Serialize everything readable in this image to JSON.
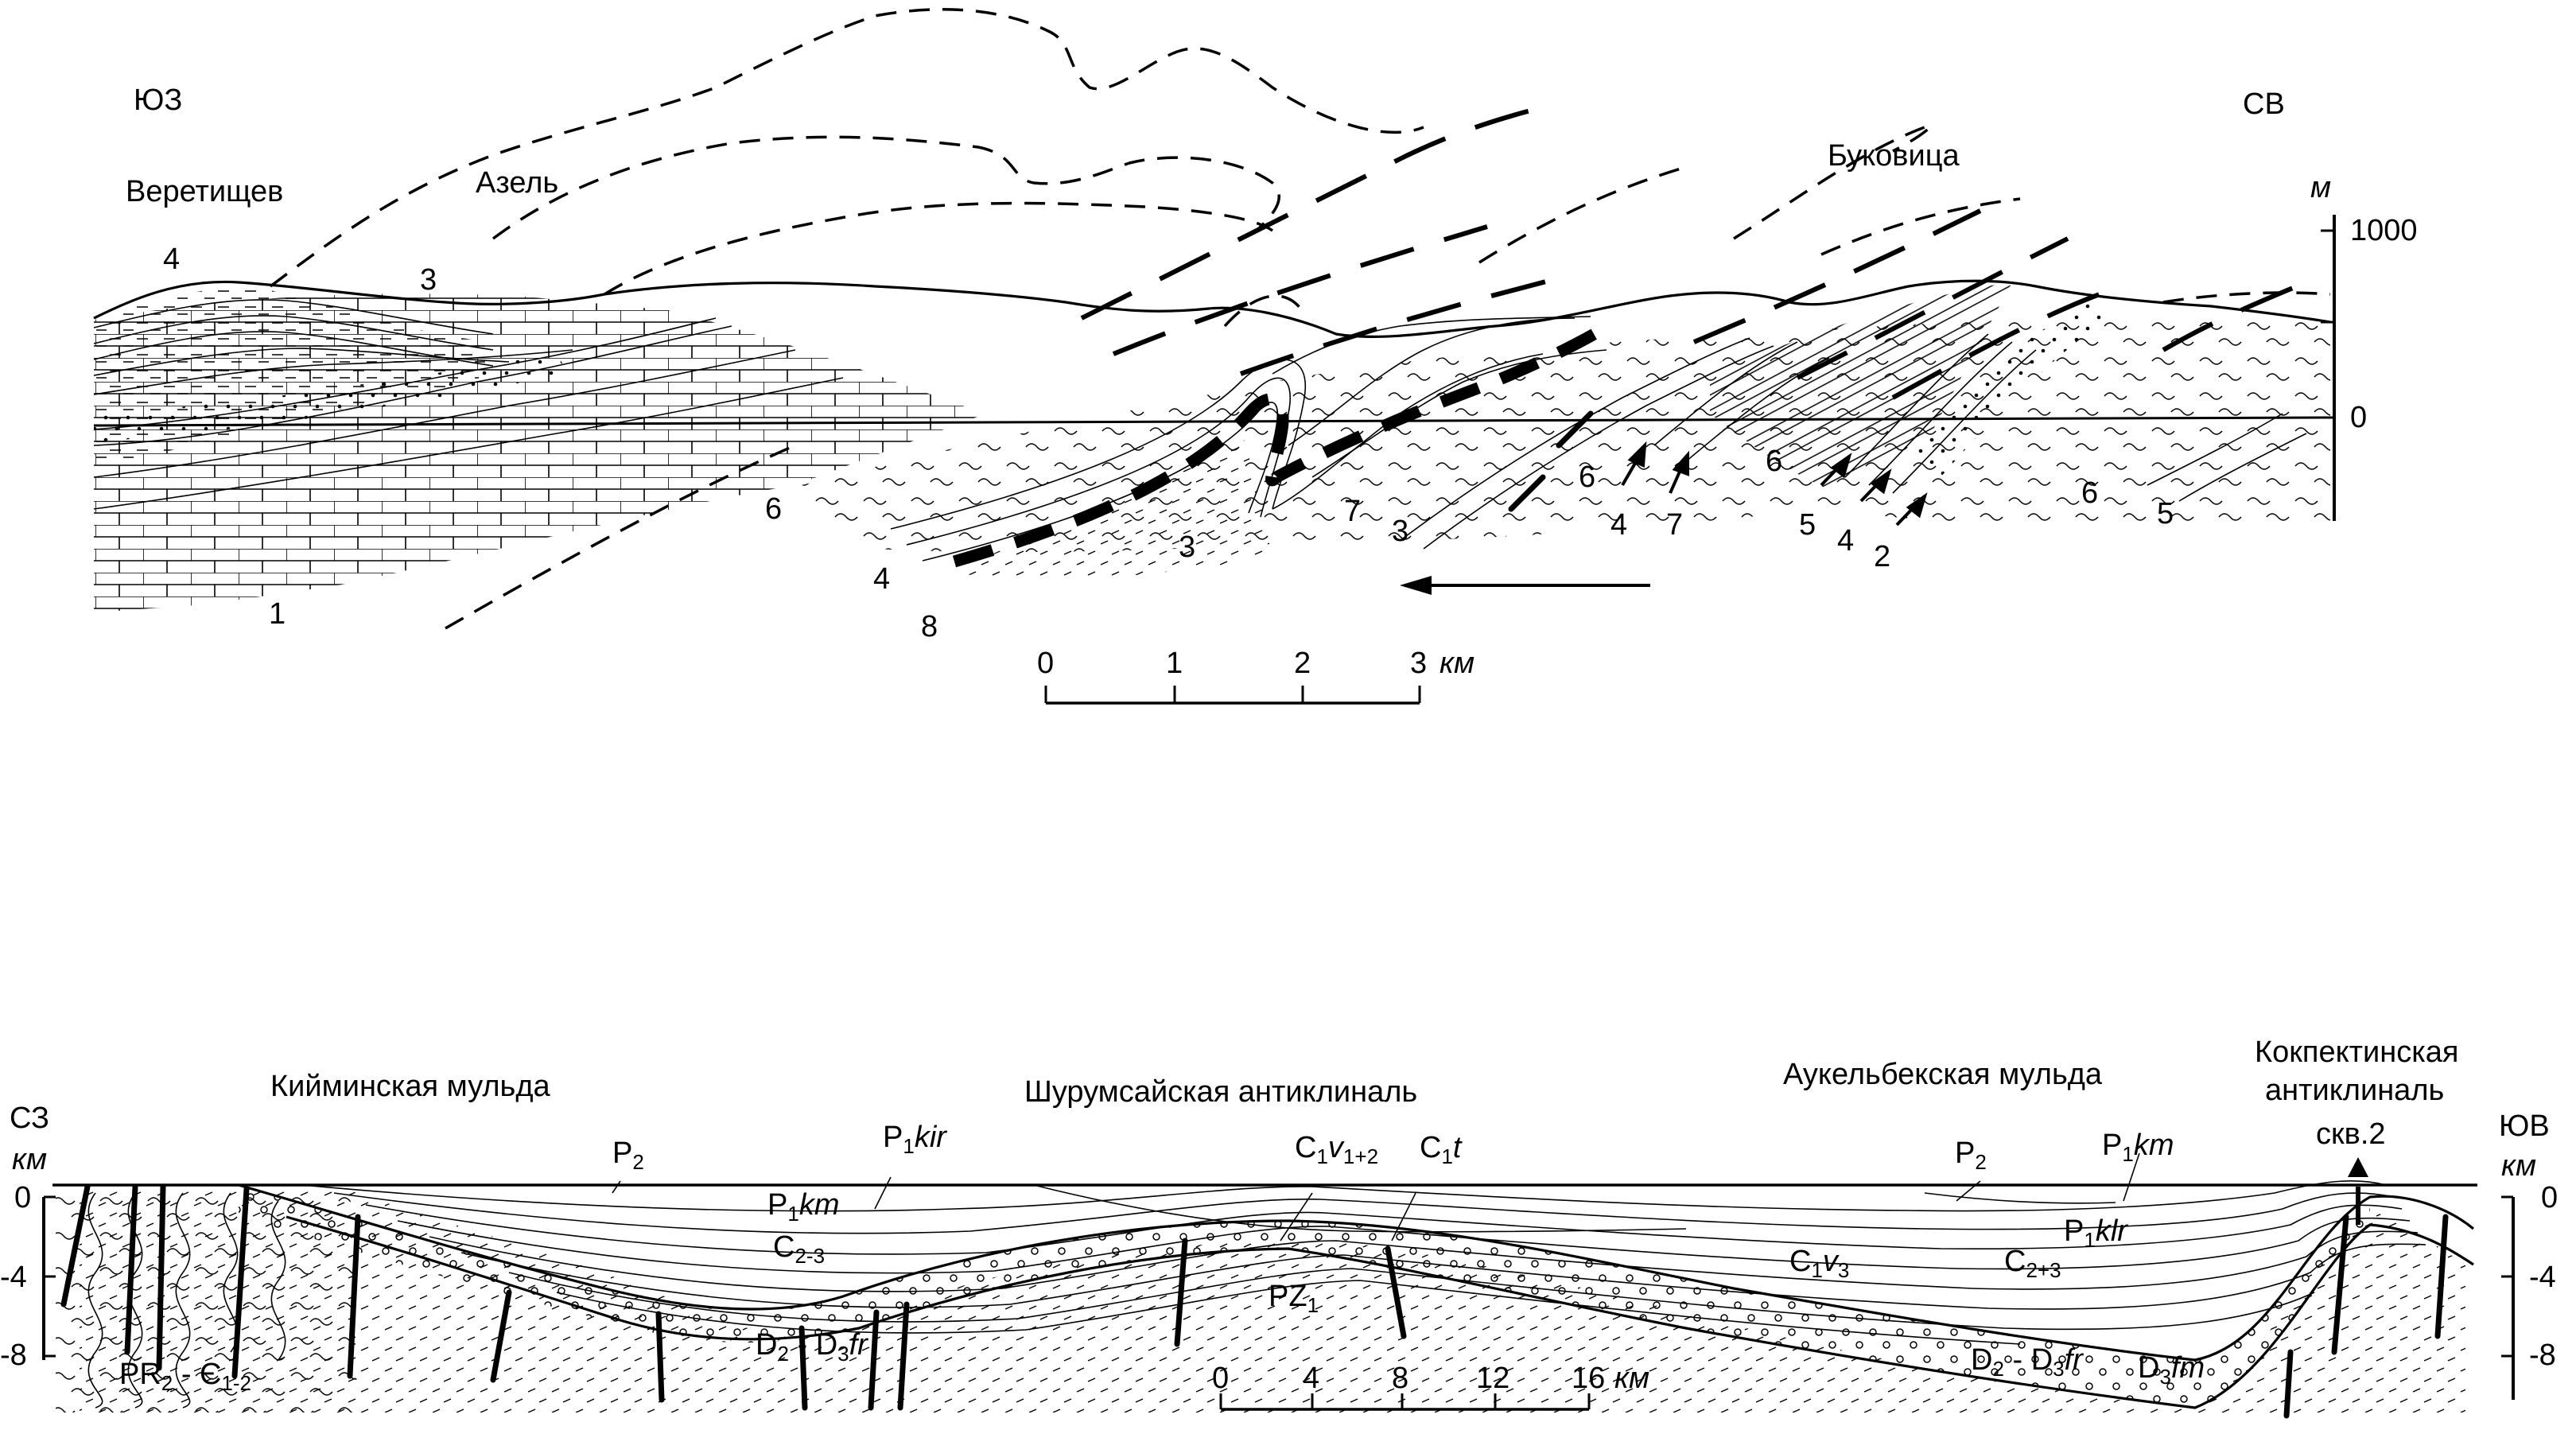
{
  "top_section": {
    "direction_left": "ЮЗ",
    "direction_right": "СВ",
    "places": {
      "veretishchev": "Веретищев",
      "azel": "Азель",
      "bukovitsa": "Буковица"
    },
    "height_scale": {
      "unit": "м",
      "label_1000": "1000",
      "label_0": "0"
    },
    "unit_labels": {
      "u4_left": "4",
      "u3_top": "3",
      "u1": "1",
      "u6_left": "6",
      "u4_mid": "4",
      "u8": "8",
      "u3_mid": "3",
      "u7_mid": "7",
      "u3_right": "3",
      "u6_mid": "6",
      "u4_r1": "4",
      "u7_r1": "7",
      "u6_r1": "6",
      "u5_r1": "5",
      "u4_r2": "4",
      "u2": "2",
      "u6_r2": "6",
      "u5_r2": "5"
    },
    "scale_bar": {
      "ticks": [
        "0",
        "1",
        "2",
        "3"
      ],
      "unit": "км"
    }
  },
  "bottom_section": {
    "direction_left": "СЗ",
    "direction_right": "ЮВ",
    "km_left": "км",
    "km_right": "км",
    "structures": {
      "kiyminskaya": "Кийминская мульда",
      "shurumsayskaya": "Шурумсайская антиклиналь",
      "aukelbekskaya": "Аукельбекская мульда",
      "kokpektinskaya_1": "Кокпектинская",
      "kokpektinskaya_2": "антиклиналь",
      "well": "скв.2"
    },
    "depth_ticks_left": [
      "0",
      "-4",
      "-8"
    ],
    "depth_ticks_right": [
      "0",
      "-4",
      "-8"
    ],
    "scale_bar": {
      "ticks": [
        "0",
        "4",
        "8",
        "12",
        "16"
      ],
      "unit": "км"
    },
    "stratigraphy": {
      "p2_left": {
        "base": "P",
        "sub": "2"
      },
      "p1kir": {
        "base": "P",
        "sub": "1",
        "suffix": "kir"
      },
      "p1km_left": {
        "base": "P",
        "sub": "1",
        "suffix": "km"
      },
      "c23": {
        "base": "C",
        "sub": "2-3"
      },
      "pr2": {
        "base": "PR",
        "sub": "2",
        "mid": " - Є",
        "sub2": "1-2"
      },
      "d2d3fr_left": {
        "base": "D",
        "sub": "2",
        "mid": " - D",
        "sub2": "3",
        "suffix": "fr"
      },
      "c1v12": {
        "base": "C",
        "sub": "1",
        "suffix": "v",
        "sub2": "1+2"
      },
      "c1t": {
        "base": "C",
        "sub": "1",
        "suffix": "t"
      },
      "pz1": {
        "base": "PZ",
        "sub": "1"
      },
      "p2_right": {
        "base": "P",
        "sub": "2"
      },
      "p1km_right": {
        "base": "P",
        "sub": "1",
        "suffix": "km"
      },
      "p1klr": {
        "base": "P",
        "sub": "1",
        "suffix": "klr"
      },
      "c1v3": {
        "base": "C",
        "sub": "1",
        "suffix": "v",
        "sub2": "3"
      },
      "c23plus": {
        "base": "C",
        "sub": "2+3"
      },
      "d2d3fr_right": {
        "base": "D",
        "sub": "2",
        "mid": " - D",
        "sub2": "3",
        "suffix": "fr"
      },
      "d3fm": {
        "base": "D",
        "sub": "3",
        "suffix": "fm"
      }
    }
  }
}
